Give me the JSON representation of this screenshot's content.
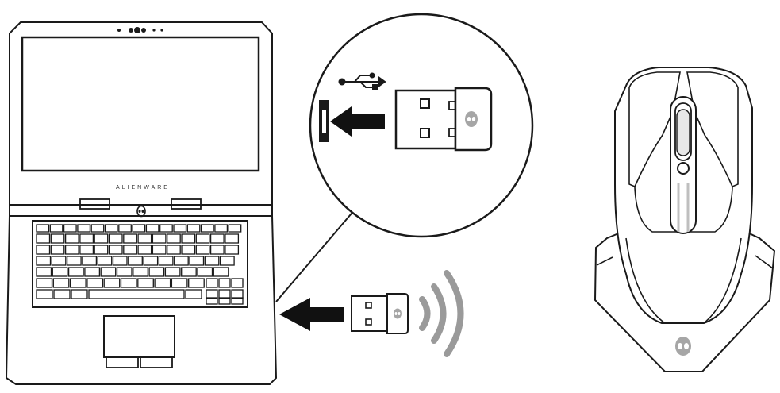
{
  "laptop": {
    "brand_label": "ALIENWARE",
    "brand_logo": "alien-head-logo"
  },
  "zoom_callout": {
    "port_symbol": "usb-icon",
    "action": "insert-dongle-into-usb-port"
  },
  "dongle": {
    "logo": "alien-head-logo"
  },
  "signal": {
    "icon": "wireless-signal-icon",
    "color": "#9a9a9a"
  },
  "mouse": {
    "logo": "alien-head-logo",
    "accent_color": "#bfbfbf"
  },
  "colors": {
    "line": "#1a1a1a",
    "arrow": "#111111",
    "gray": "#a6a6a6"
  }
}
